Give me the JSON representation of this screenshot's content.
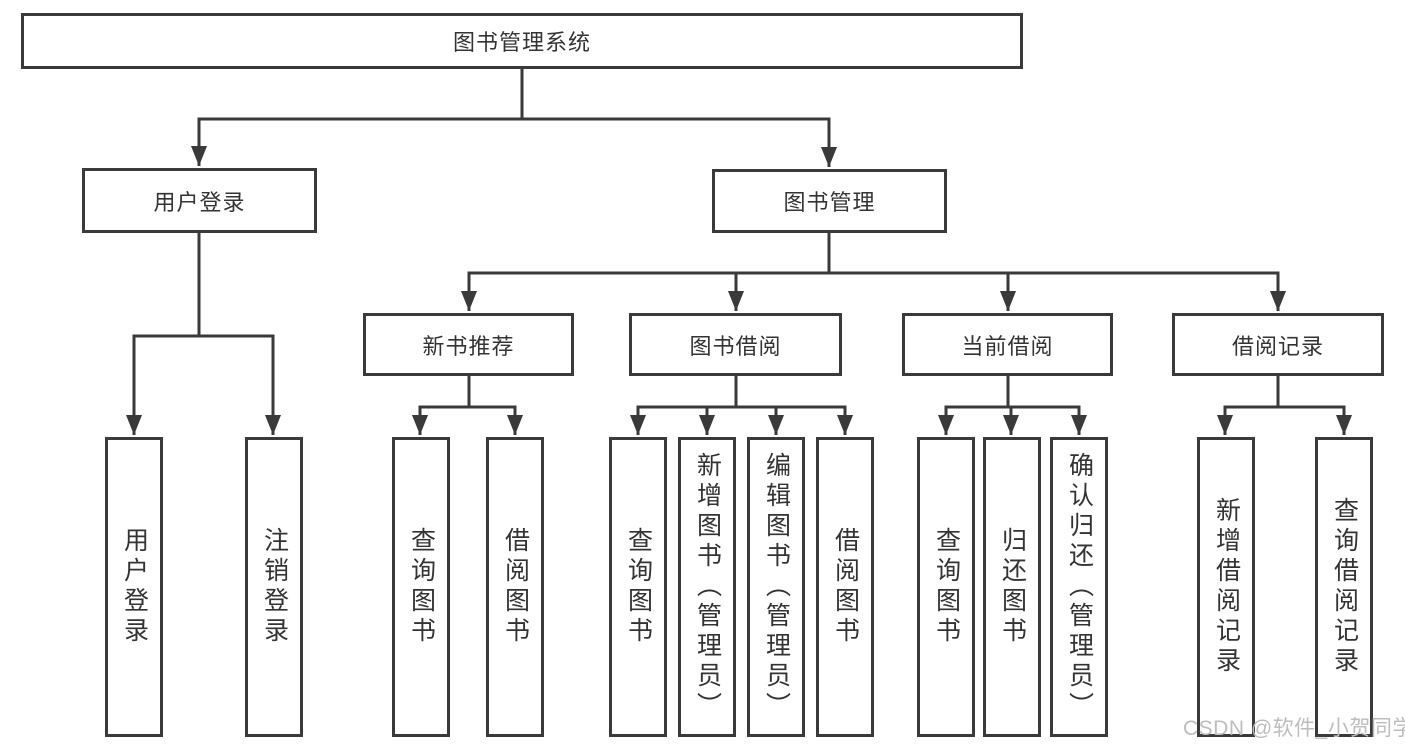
{
  "colors": {
    "line": "#3a3a3a",
    "box_border": "#3a3a3a",
    "text": "#333333",
    "background": "#ffffff",
    "watermark_text_color": "#bdbdbd"
  },
  "root": {
    "label": "图书管理系统"
  },
  "level2": [
    {
      "label": "用户登录"
    },
    {
      "label": "图书管理"
    }
  ],
  "level3": [
    {
      "label": "新书推荐"
    },
    {
      "label": "图书借阅"
    },
    {
      "label": "当前借阅"
    },
    {
      "label": "借阅记录"
    }
  ],
  "leaves": [
    {
      "label": "用户登录"
    },
    {
      "label": "注销登录"
    },
    {
      "label": "查询图书"
    },
    {
      "label": "借阅图书"
    },
    {
      "label": "查询图书"
    },
    {
      "label": "新增图书（管理员）"
    },
    {
      "label": "编辑图书（管理员）"
    },
    {
      "label": "借阅图书"
    },
    {
      "label": "查询图书"
    },
    {
      "label": "归还图书"
    },
    {
      "label": "确认归还（管理员）"
    },
    {
      "label": "新增借阅记录"
    },
    {
      "label": "查询借阅记录"
    }
  ],
  "watermark": {
    "text": "CSDN @软件_小贺同学"
  }
}
